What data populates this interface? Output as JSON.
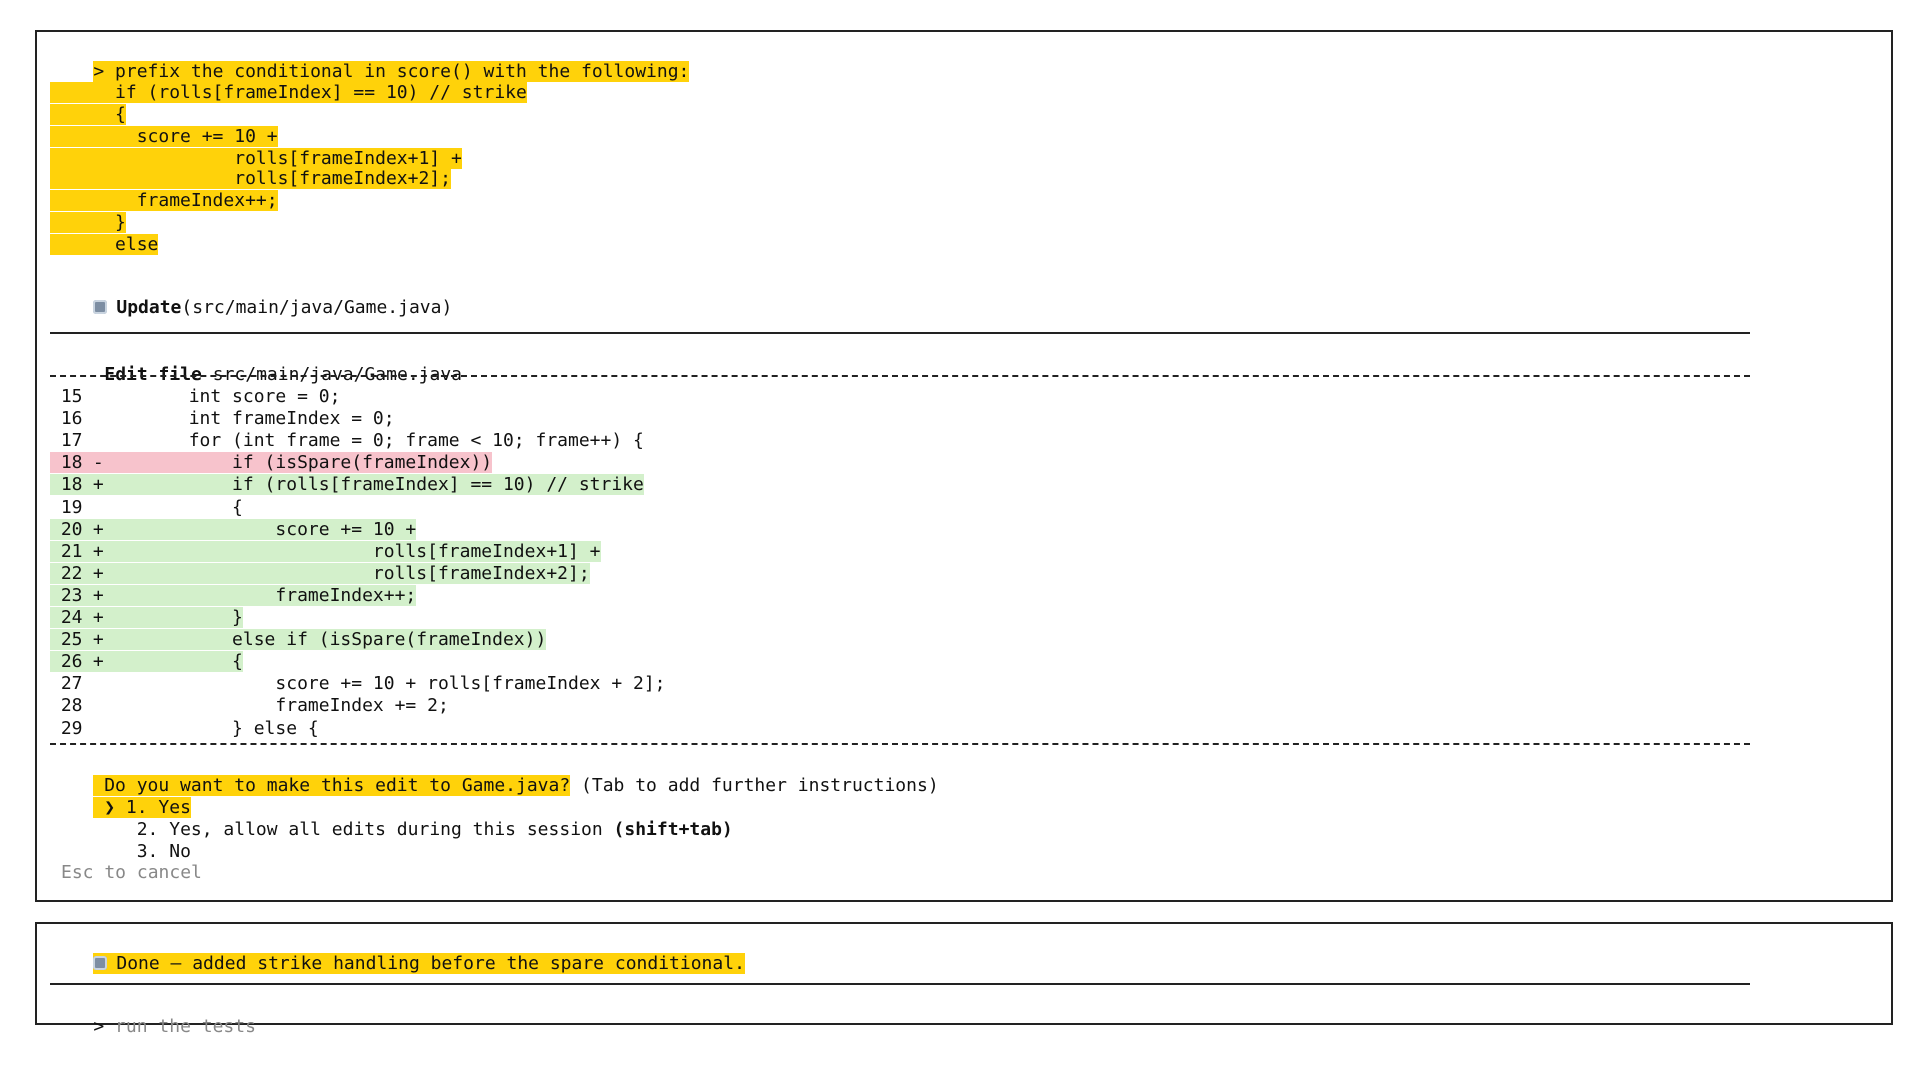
{
  "prompt": {
    "text": "> prefix the conditional in score() with the following:",
    "snippet": [
      "      if (rolls[frameIndex] == 10) // strike",
      "      {",
      "        score += 10 +",
      "                 rolls[frameIndex+1] +",
      "                 rolls[frameIndex+2];",
      "        frameIndex++;",
      "      }",
      "      else"
    ]
  },
  "tool_call": {
    "icon": "square-dot-icon",
    "name": "Update",
    "args": "(src/main/java/Game.java)"
  },
  "edit": {
    "label": "Edit file",
    "path": "src/main/java/Game.java",
    "lines": [
      {
        "num": "15",
        "sign": "",
        "code": "        int score = 0;",
        "type": "context"
      },
      {
        "num": "16",
        "sign": "",
        "code": "        int frameIndex = 0;",
        "type": "context"
      },
      {
        "num": "17",
        "sign": "",
        "code": "        for (int frame = 0; frame < 10; frame++) {",
        "type": "context"
      },
      {
        "num": "18",
        "sign": "-",
        "code": "            if (isSpare(frameIndex))",
        "type": "removed"
      },
      {
        "num": "18",
        "sign": "+",
        "code": "            if (rolls[frameIndex] == 10) // strike",
        "type": "added"
      },
      {
        "num": "19",
        "sign": "",
        "code": "            {",
        "type": "context"
      },
      {
        "num": "20",
        "sign": "+",
        "code": "                score += 10 +",
        "type": "added"
      },
      {
        "num": "21",
        "sign": "+",
        "code": "                         rolls[frameIndex+1] +",
        "type": "added"
      },
      {
        "num": "22",
        "sign": "+",
        "code": "                         rolls[frameIndex+2];",
        "type": "added"
      },
      {
        "num": "23",
        "sign": "+",
        "code": "                frameIndex++;",
        "type": "added"
      },
      {
        "num": "24",
        "sign": "+",
        "code": "            }",
        "type": "added"
      },
      {
        "num": "25",
        "sign": "+",
        "code": "            else if (isSpare(frameIndex))",
        "type": "added"
      },
      {
        "num": "26",
        "sign": "+",
        "code": "            {",
        "type": "added"
      },
      {
        "num": "27",
        "sign": "",
        "code": "                score += 10 + rolls[frameIndex + 2];",
        "type": "context"
      },
      {
        "num": "28",
        "sign": "",
        "code": "                frameIndex += 2;",
        "type": "context"
      },
      {
        "num": "29",
        "sign": "",
        "code": "            } else {",
        "type": "context"
      }
    ]
  },
  "confirm": {
    "question": "Do you want to make this edit to Game.java?",
    "hint": " (Tab to add further instructions)",
    "options": [
      {
        "marker": "❯",
        "label": "1. Yes",
        "selected": true
      },
      {
        "marker": " ",
        "label": "2. Yes, allow all edits during this session ",
        "shortcut": "(shift+tab)",
        "selected": false
      },
      {
        "marker": " ",
        "label": "3. No",
        "selected": false
      }
    ],
    "cancel": "Esc to cancel"
  },
  "done": {
    "icon": "square-dot-icon",
    "text": "Done — added strike handling before the spare conditional."
  },
  "input": {
    "prompt": "> ",
    "placeholder": "run the tests"
  },
  "colors": {
    "highlight": "#ffd20a",
    "removed": "#f7c3cc",
    "added": "#d3f0cb"
  }
}
